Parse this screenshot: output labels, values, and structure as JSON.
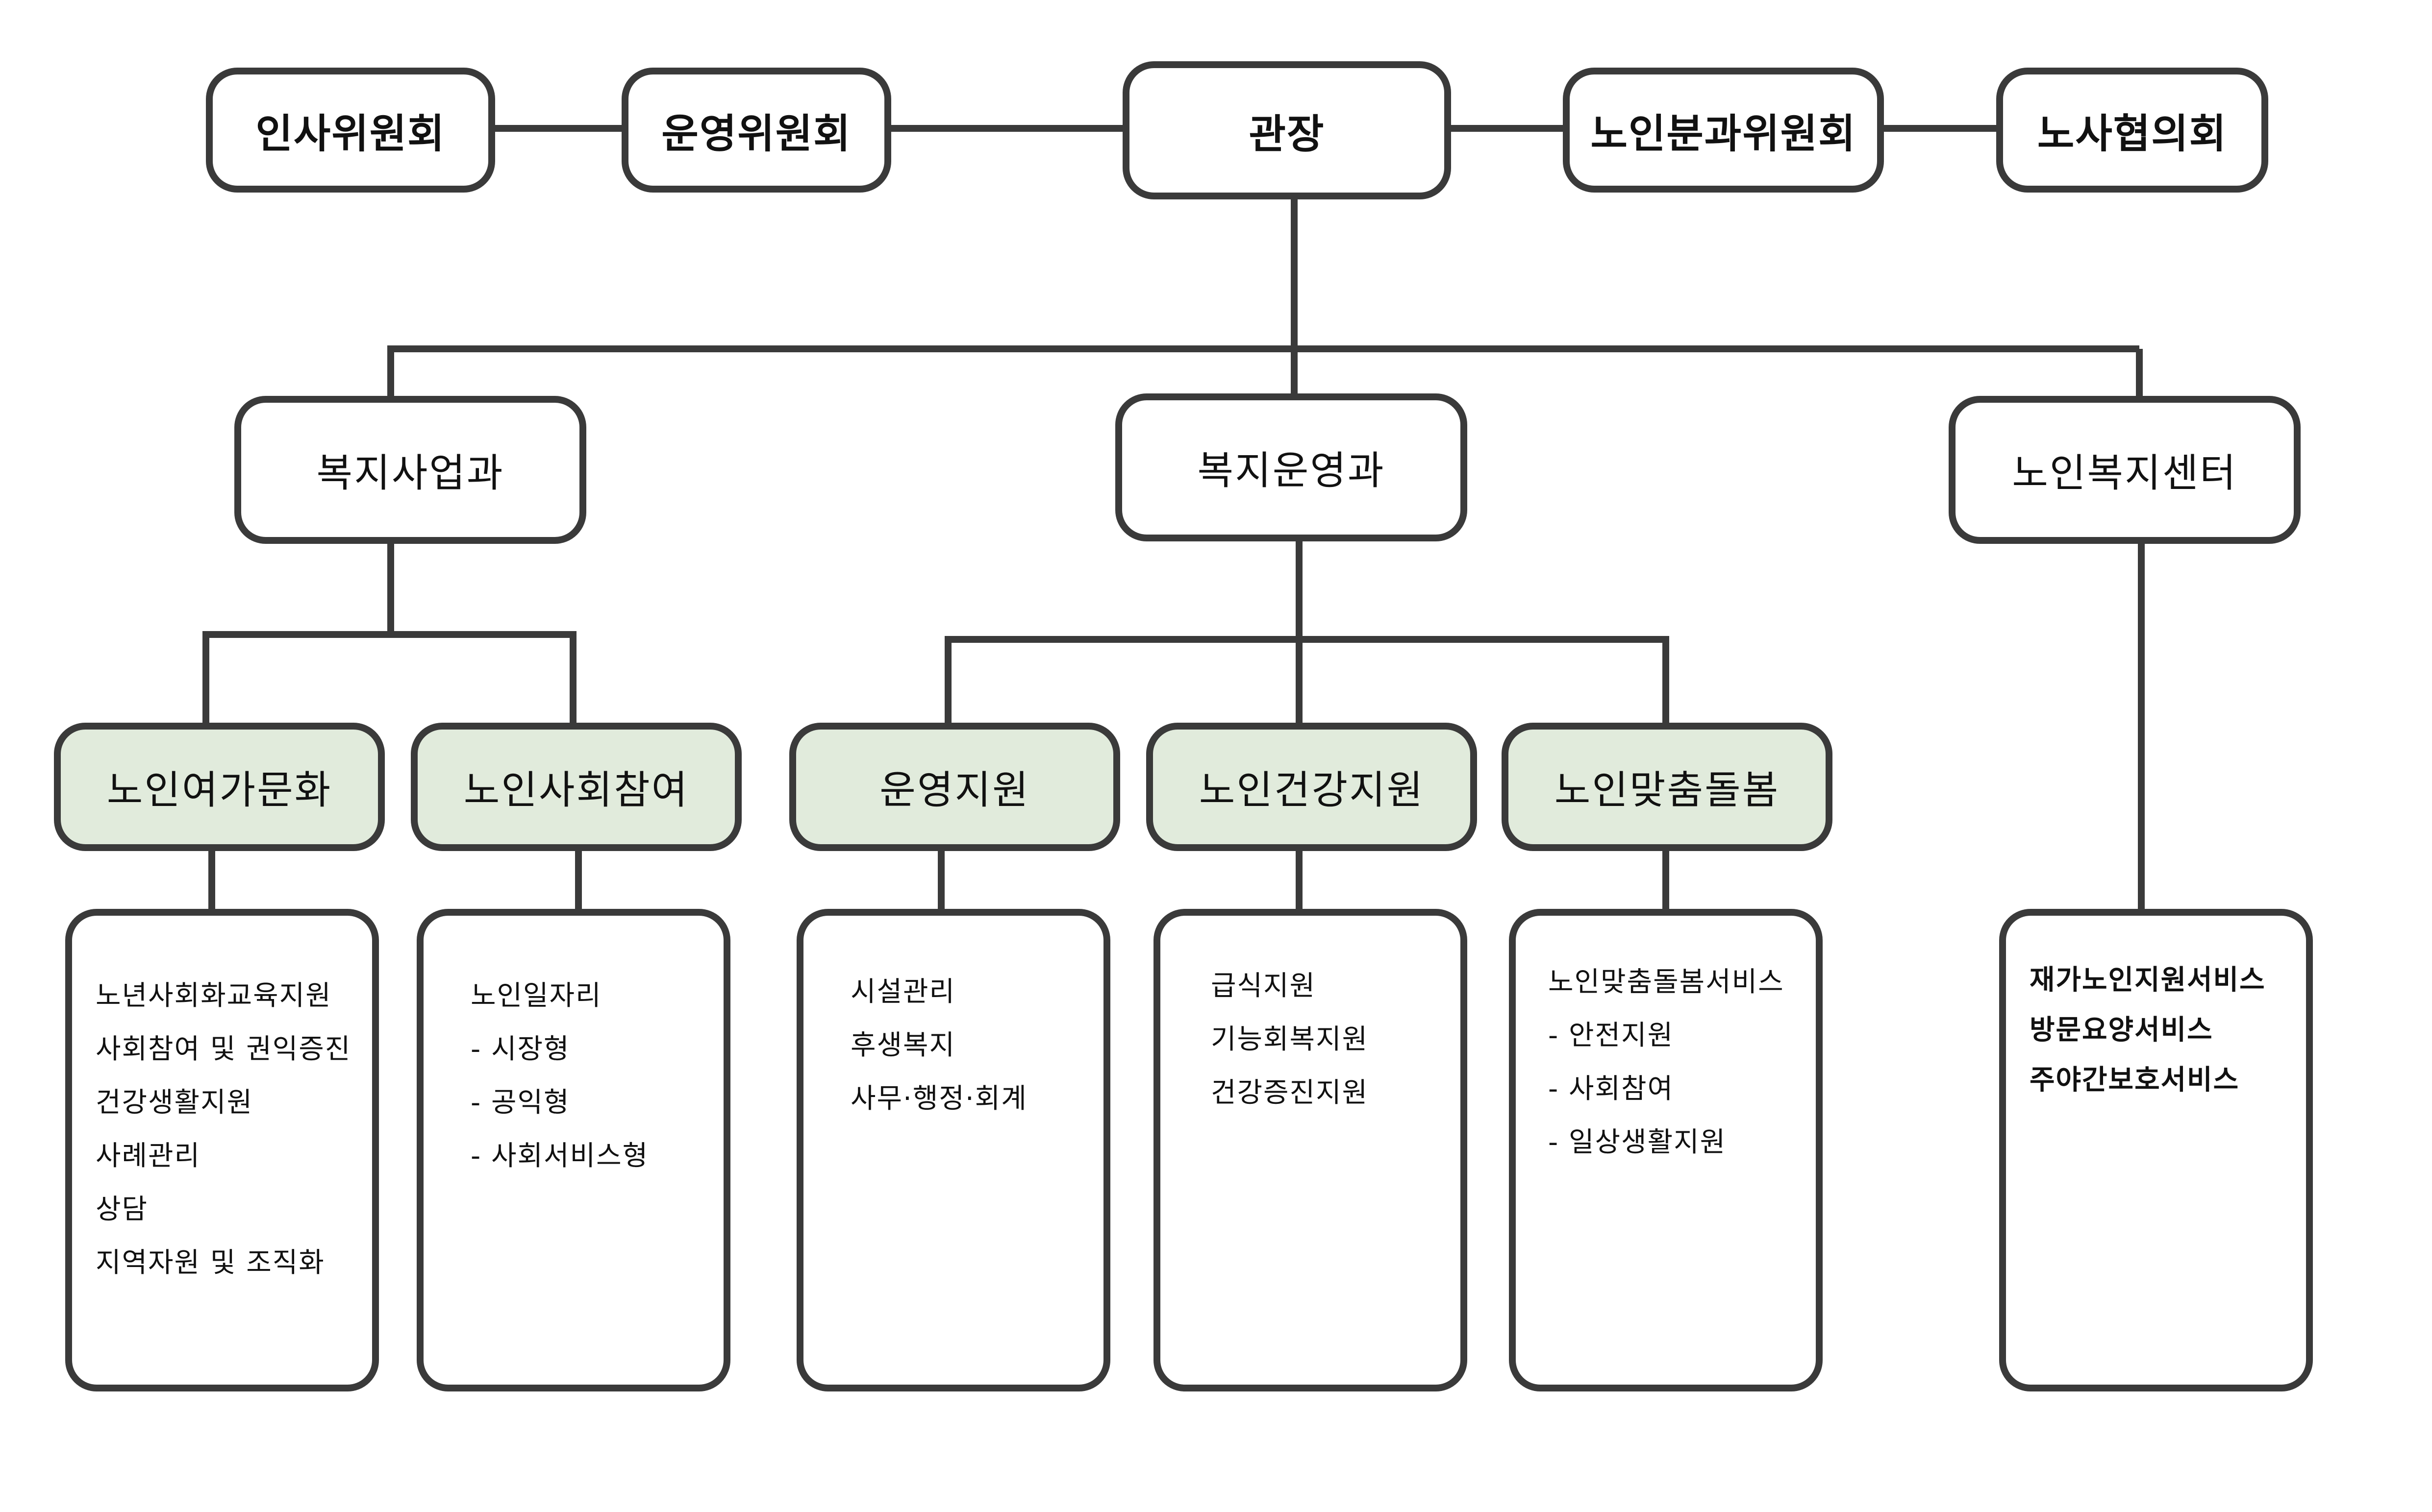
{
  "top_row": {
    "personnel_committee": "인사위원회",
    "operations_committee": "운영위원회",
    "director": "관장",
    "senior_subcommittee": "노인분과위원회",
    "labor_council": "노사협의회"
  },
  "departments": {
    "welfare_projects": "복지사업과",
    "welfare_operations": "복지운영과",
    "senior_welfare_center": "노인복지센터"
  },
  "teams": {
    "leisure_culture": "노인여가문화",
    "social_participation": "노인사회참여",
    "operations_support": "운영지원",
    "health_support": "노인건강지원",
    "custom_care": "노인맞춤돌봄"
  },
  "details": {
    "leisure_culture": [
      "노년사회화교육지원",
      "사회참여 및 권익증진",
      "건강생활지원",
      "사례관리",
      "상담",
      "지역자원 및 조직화"
    ],
    "social_participation": [
      "노인일자리",
      "- 시장형",
      "- 공익형",
      "- 사회서비스형"
    ],
    "operations_support": [
      "시설관리",
      "후생복지",
      "사무·행정·회계"
    ],
    "health_support": [
      "급식지원",
      "기능회복지원",
      "건강증진지원"
    ],
    "custom_care": [
      "노인맞춤돌봄서비스",
      "- 안전지원",
      "- 사회참여",
      "- 일상생활지원"
    ],
    "senior_welfare_center": [
      "재가노인지원서비스",
      "방문요양서비스",
      "주야간보호서비스"
    ]
  },
  "colors": {
    "line": "#3a3a3a",
    "team_fill": "#e1ebdc",
    "box_fill": "#ffffff"
  }
}
